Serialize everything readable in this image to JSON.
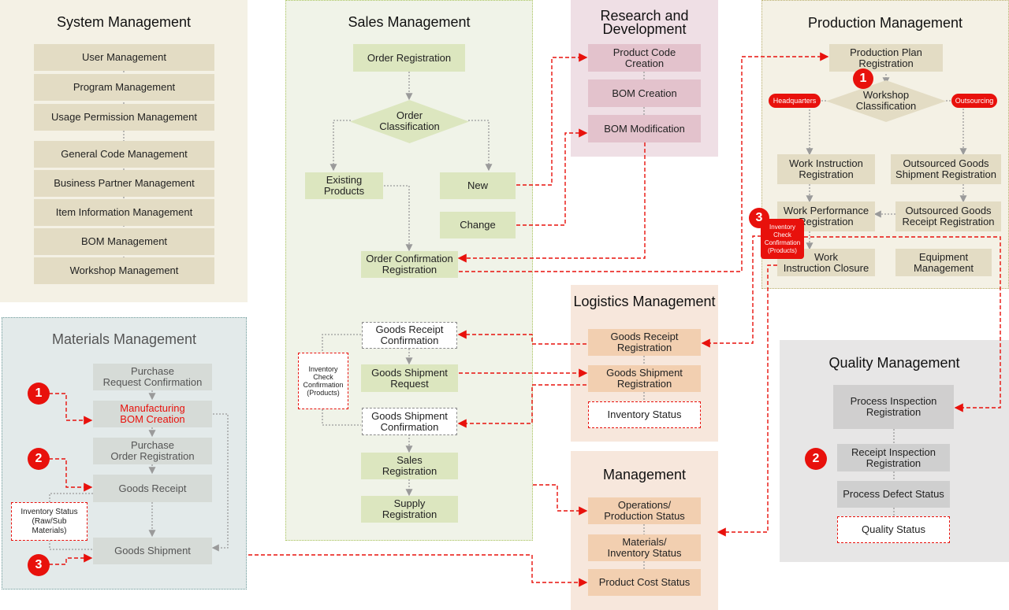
{
  "system": {
    "title": "System Management",
    "items": [
      "User Management",
      "Program Management",
      "Usage Permission Management",
      "General Code Management",
      "Business Partner Management",
      "Item Information Management",
      "BOM Management",
      "Workshop Management"
    ]
  },
  "materials": {
    "title": "Materials Management",
    "purchase_request": "Purchase\nRequest Confirmation",
    "manufacturing_bom": "Manufacturing\nBOM Creation",
    "purchase_order": "Purchase\nOrder Registration",
    "goods_receipt": "Goods Receipt",
    "goods_shipment": "Goods Shipment",
    "inventory_note": "Inventory Status\n(Raw/Sub\nMaterials)",
    "badges": [
      "1",
      "2",
      "3"
    ]
  },
  "sales": {
    "title": "Sales Management",
    "order_registration": "Order Registration",
    "order_classification": "Order\nClassification",
    "existing_products": "Existing\nProducts",
    "new": "New",
    "change": "Change",
    "order_confirmation": "Order Confirmation\nRegistration",
    "goods_receipt_confirmation": "Goods Receipt\nConfirmation",
    "goods_shipment_request": "Goods Shipment\nRequest",
    "goods_shipment_confirmation": "Goods Shipment\nConfirmation",
    "sales_registration": "Sales\nRegistration",
    "supply_registration": "Supply\nRegistration",
    "inventory_note": "Inventory\nCheck\nConfirmation\n(Products)"
  },
  "rnd": {
    "title": "Research and\nDevelopment",
    "product_code": "Product Code\nCreation",
    "bom_creation": "BOM Creation",
    "bom_modification": "BOM Modification"
  },
  "logistics": {
    "title": "Logistics\nManagement",
    "goods_receipt": "Goods Receipt\nRegistration",
    "goods_shipment": "Goods Shipment\nRegistration",
    "inventory_status": "Inventory Status"
  },
  "management": {
    "title": "Management",
    "operations": "Operations/\nProduction Status",
    "materials": "Materials/\nInventory Status",
    "product_cost": "Product Cost Status"
  },
  "production": {
    "title": "Production Management",
    "plan": "Production Plan\nRegistration",
    "workshop_classification": "Workshop\nClassification",
    "headquarters": "Headquarters",
    "outsourcing": "Outsourcing",
    "work_instruction": "Work Instruction\nRegistration",
    "outsourced_shipment": "Outsourced Goods\nShipment Registration",
    "work_performance": "Work Performance\nRegistration",
    "outsourced_receipt": "Outsourced Goods\nReceipt Registration",
    "work_closure": "Work\nInstruction Closure",
    "equipment": "Equipment\nManagement",
    "inventory_note": "Inventory\nCheck\nConfirmation\n(Products)",
    "badges": [
      "1",
      "3"
    ]
  },
  "quality": {
    "title": "Quality Management",
    "process_inspection": "Process Inspection\nRegistration",
    "receipt_inspection": "Receipt Inspection\nRegistration",
    "process_defect": "Process Defect Status",
    "quality_status": "Quality Status",
    "badges": [
      "2"
    ]
  },
  "colors": {
    "accent_red": "#e8110c",
    "system_bg": "#f4f1e5",
    "materials_bg": "#e3eaea",
    "sales_bg": "#f0f3e8",
    "rnd_bg": "#efdfe5",
    "logistics_bg": "#f7e7dc",
    "production_bg": "#f4f1e5",
    "quality_bg": "#e7e6e6"
  }
}
